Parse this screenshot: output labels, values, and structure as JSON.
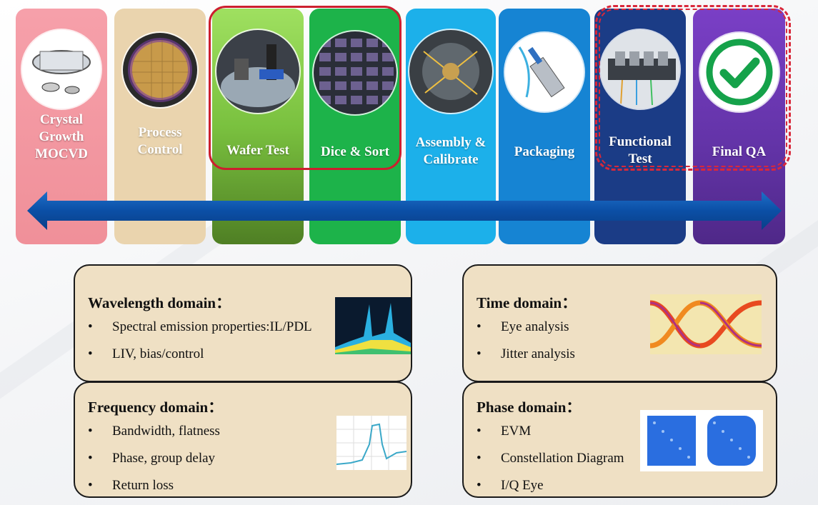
{
  "stages": [
    {
      "id": "crystal",
      "lines": [
        "Crystal",
        "Growth",
        "MOCVD"
      ],
      "color": "#f29aa3"
    },
    {
      "id": "process",
      "lines": [
        "Process",
        "Control"
      ],
      "color": "#e9d3ad"
    },
    {
      "id": "wafer",
      "lines": [
        "Wafer Test"
      ],
      "color": "#8cd34f"
    },
    {
      "id": "dice",
      "lines": [
        "Dice & Sort"
      ],
      "color": "#1fb34a"
    },
    {
      "id": "assembly",
      "lines": [
        "Assembly &",
        "Calibrate"
      ],
      "color": "#1aaee9"
    },
    {
      "id": "packaging",
      "lines": [
        "Packaging"
      ],
      "color": "#1583d1"
    },
    {
      "id": "functional",
      "lines": [
        "Functional",
        "Test"
      ],
      "color": "#1a3d86"
    },
    {
      "id": "finalqa",
      "lines": [
        "Final QA"
      ],
      "color": "#6a36b0"
    }
  ],
  "domains": {
    "wavelength": {
      "title": "Wavelength domain：",
      "items": [
        "Spectral emission properties:IL/PDL",
        "LIV, bias/control"
      ]
    },
    "time": {
      "title": "Time domain：",
      "items": [
        "Eye analysis",
        "Jitter analysis"
      ]
    },
    "frequency": {
      "title": "Frequency domain：",
      "items": [
        "Bandwidth, flatness",
        "Phase, group delay",
        "Return loss"
      ]
    },
    "phase": {
      "title": "Phase domain：",
      "items": [
        "EVM",
        "Constellation Diagram",
        "I/Q Eye"
      ]
    }
  },
  "bullet": "•"
}
